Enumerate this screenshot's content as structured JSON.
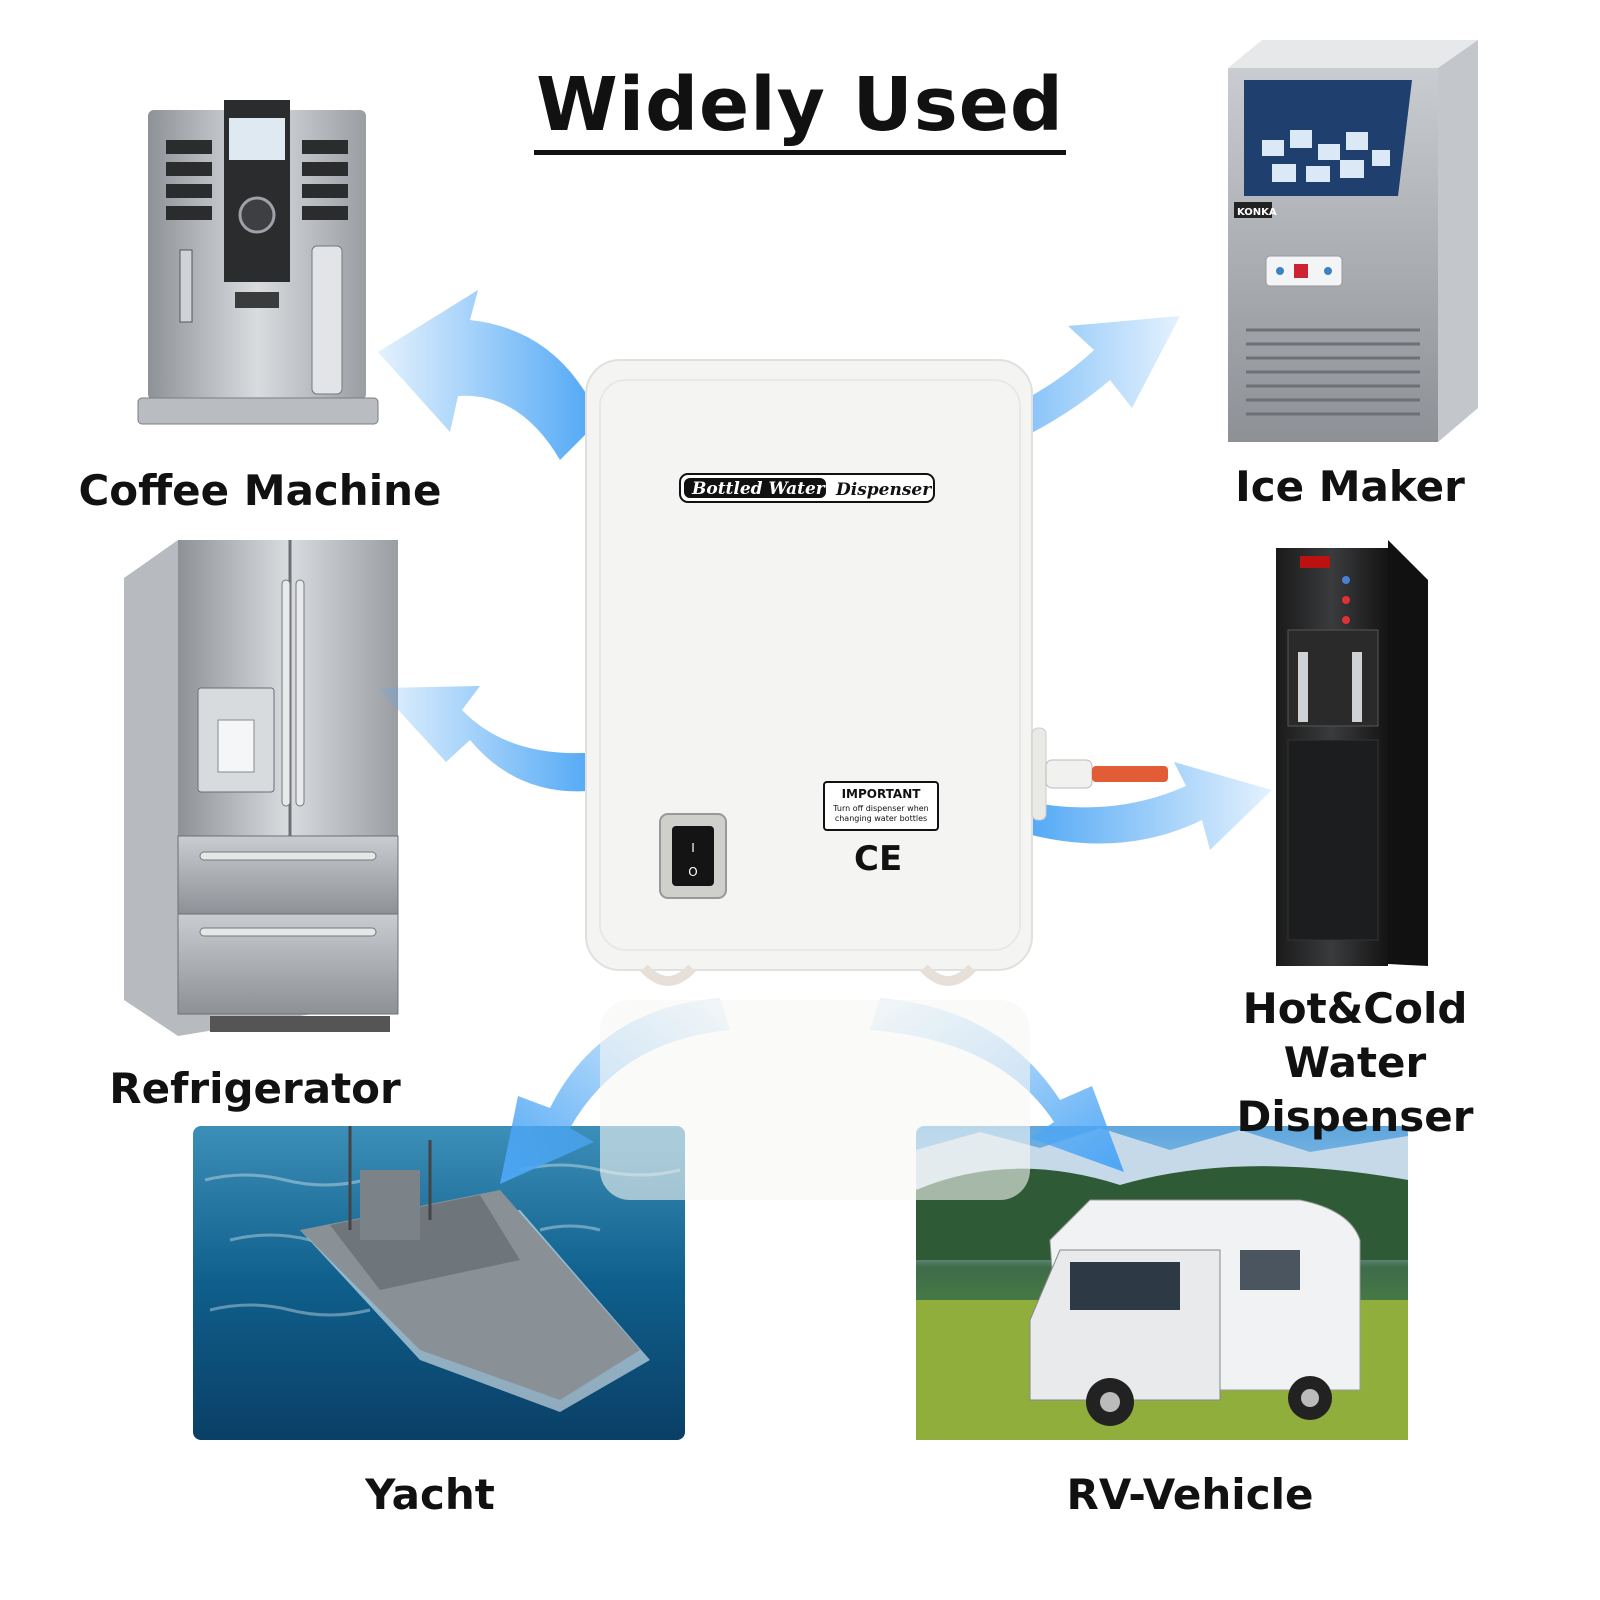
{
  "title": "Widely Used",
  "device": {
    "label_left": "Bottled Water",
    "label_right": "Dispenser",
    "notice_heading": "IMPORTANT",
    "notice_line1": "Turn off dispenser when",
    "notice_line2": "changing water bottles",
    "mark": "CE",
    "switch_on": "I",
    "switch_off": "O"
  },
  "ice_maker_brand": "KONKA",
  "applications": {
    "coffee_machine": "Coffee Machine",
    "ice_maker": "Ice Maker",
    "refrigerator": "Refrigerator",
    "hot_cold_line1": "Hot&Cold",
    "hot_cold_line2": "Water Dispenser",
    "yacht": "Yacht",
    "rv_vehicle": "RV-Vehicle"
  },
  "colors": {
    "arrow": "#4da6f5",
    "device_body": "#f4f4f2",
    "text": "#111111"
  }
}
